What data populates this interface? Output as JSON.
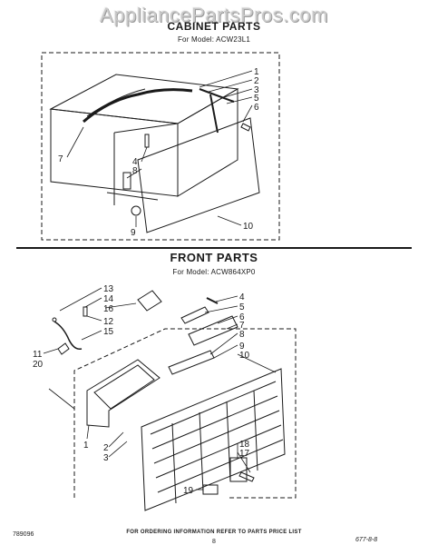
{
  "watermark": "AppliancePartsPros.com",
  "cabinet": {
    "title": "CABINET PARTS",
    "model": "For Model: ACW23L1",
    "callouts": [
      "1",
      "2",
      "3",
      "5",
      "6",
      "7",
      "4",
      "8",
      "9",
      "10"
    ]
  },
  "front": {
    "title": "FRONT PARTS",
    "model": "For Model: ACW864XP0",
    "callouts": [
      "13",
      "14",
      "16",
      "12",
      "15",
      "11",
      "20",
      "1",
      "2",
      "3",
      "19",
      "4",
      "5",
      "6",
      "7",
      "8",
      "9",
      "10",
      "18",
      "17"
    ]
  },
  "footer": {
    "ordering_note": "FOR ORDERING INFORMATION REFER TO PARTS PRICE LIST",
    "doc_number": "789096",
    "page_number": "8",
    "handwritten": "677-8-8"
  }
}
